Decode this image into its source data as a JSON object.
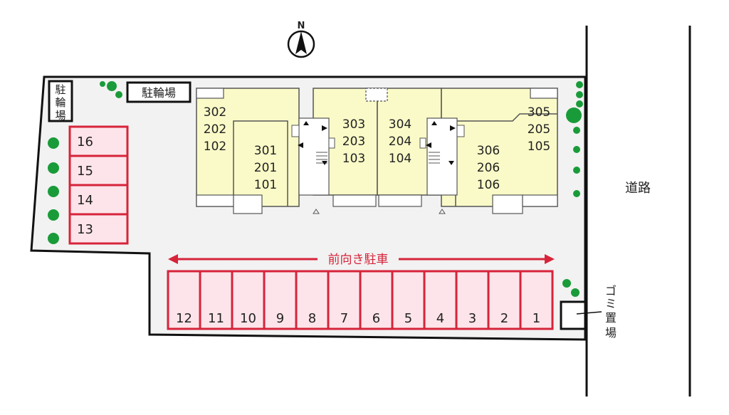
{
  "compass": {
    "label": "N"
  },
  "bike_parking": {
    "label": "駐輪場",
    "vertical_label": [
      "駐",
      "輪",
      "場"
    ]
  },
  "road": {
    "label": "道路"
  },
  "garbage": {
    "label": [
      "ゴ",
      "ミ",
      "置",
      "場"
    ]
  },
  "front_parking": {
    "label": "前向き駐車"
  },
  "parking_left": [
    "16",
    "15",
    "14",
    "13"
  ],
  "parking_bottom": [
    "12",
    "11",
    "10",
    "9",
    "8",
    "7",
    "6",
    "5",
    "4",
    "3",
    "2",
    "1"
  ],
  "units": [
    {
      "id": "u302",
      "rooms": [
        "302",
        "202",
        "102"
      ]
    },
    {
      "id": "u301",
      "rooms": [
        "301",
        "201",
        "101"
      ]
    },
    {
      "id": "u303",
      "rooms": [
        "303",
        "203",
        "103"
      ]
    },
    {
      "id": "u304",
      "rooms": [
        "304",
        "204",
        "104"
      ]
    },
    {
      "id": "u306",
      "rooms": [
        "306",
        "206",
        "106"
      ]
    },
    {
      "id": "u305",
      "rooms": [
        "305",
        "205",
        "105"
      ]
    }
  ],
  "colors": {
    "building": "#fafac8",
    "lot": "#f2f2f2",
    "parking_fill": "#fde4ea",
    "parking_line": "#d6243a",
    "tree": "#1a9b3a",
    "arrow": "#d6243a"
  }
}
